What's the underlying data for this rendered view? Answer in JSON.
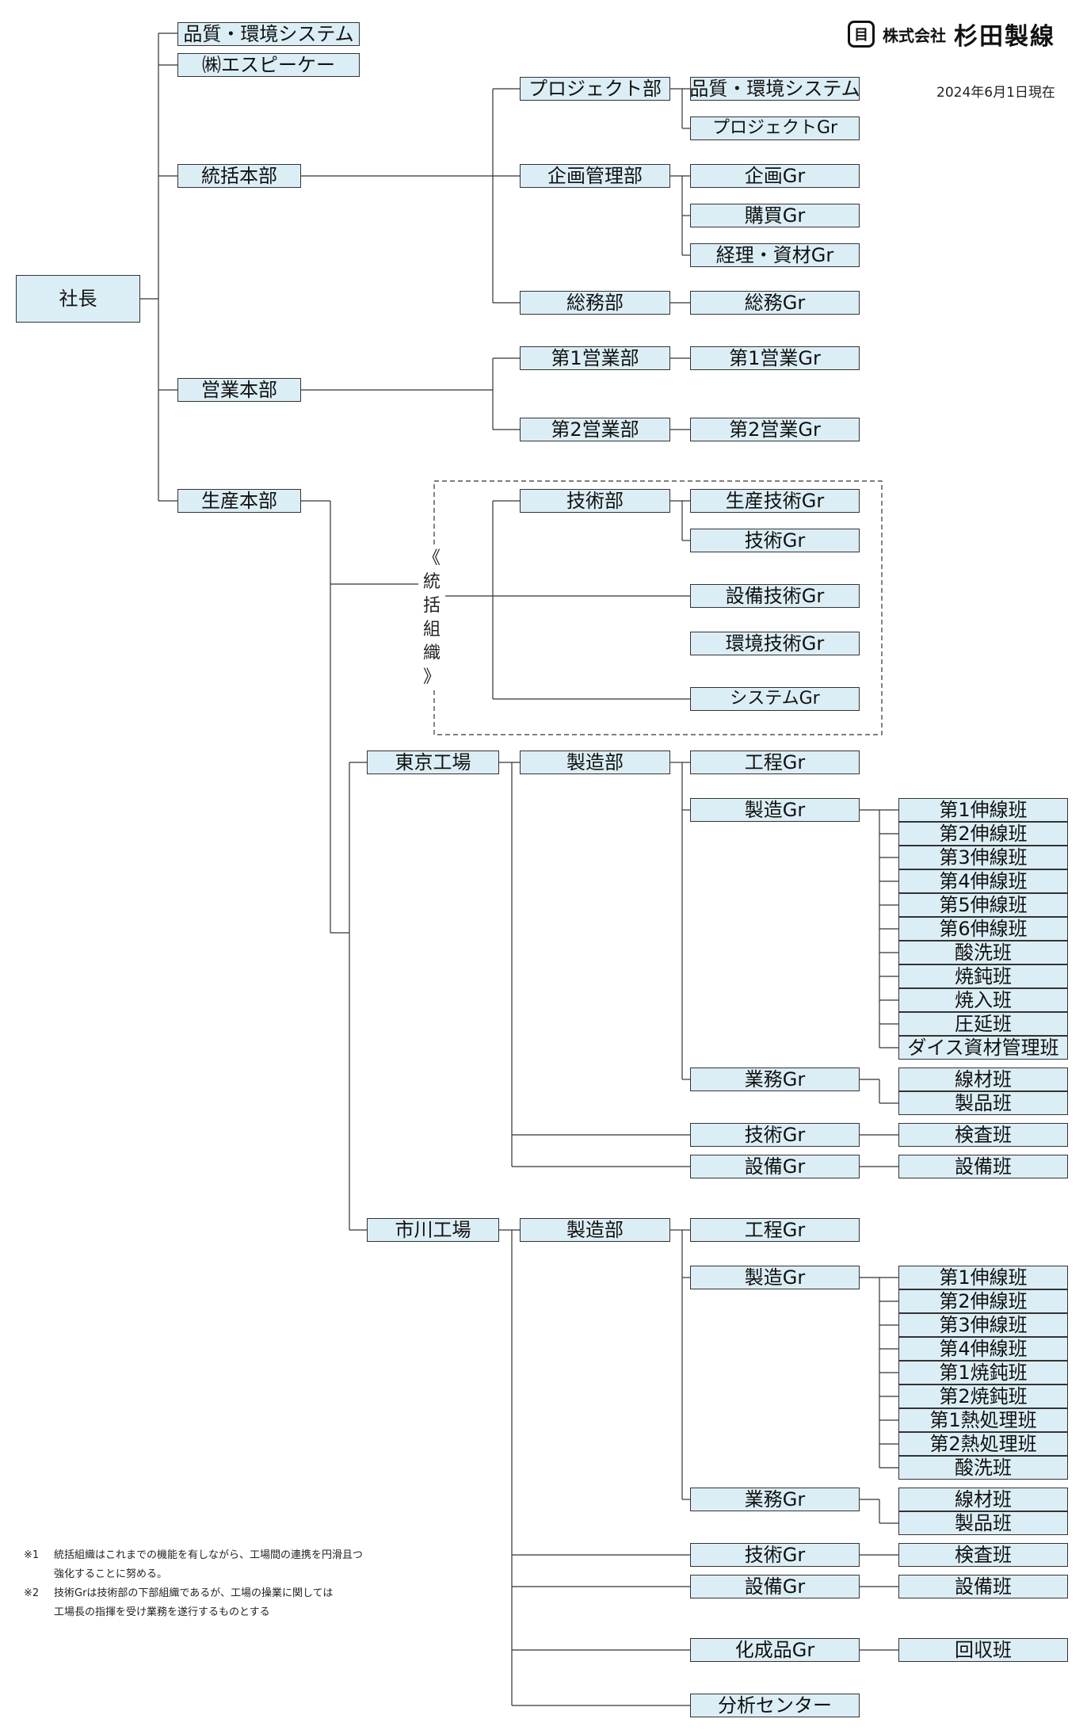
{
  "company": {
    "logo_mark": "目",
    "prefix": "株式会社",
    "name": "杉田製線"
  },
  "date": "2024年6月1日現在",
  "org": {
    "president": "社長",
    "quality_env": "品質・環境システム",
    "espk": "㈱エスピーケー",
    "hq_general": "統括本部",
    "hq_sales": "営業本部",
    "hq_production": "生産本部",
    "project_dept": "プロジェクト部",
    "project_quality_env": "品質・環境システム",
    "project_gr": "プロジェクトGr",
    "planning_dept": "企画管理部",
    "planning_gr": "企画Gr",
    "purchasing_gr": "購買Gr",
    "accounting_gr": "経理・資材Gr",
    "general_affairs_dept": "総務部",
    "general_affairs_gr": "総務Gr",
    "sales1_dept": "第1営業部",
    "sales1_gr": "第1営業Gr",
    "sales2_dept": "第2営業部",
    "sales2_gr": "第2営業Gr",
    "unified_org": [
      "《",
      "統",
      "括",
      "組",
      "織",
      "》"
    ],
    "tech_dept": "技術部",
    "prod_tech_gr": "生産技術Gr",
    "tech_gr": "技術Gr",
    "equip_tech_gr": "設備技術Gr",
    "env_tech_gr": "環境技術Gr",
    "system_gr": "システムGr",
    "tokyo": {
      "name": "東京工場",
      "mfg_dept": "製造部",
      "process_gr": "工程Gr",
      "mfg_gr": "製造Gr",
      "mfg_teams": [
        "第1伸線班",
        "第2伸線班",
        "第3伸線班",
        "第4伸線班",
        "第5伸線班",
        "第6伸線班",
        "酸洗班",
        "焼鈍班",
        "焼入班",
        "圧延班",
        "ダイス資材管理班"
      ],
      "biz_gr": "業務Gr",
      "biz_teams": [
        "線材班",
        "製品班"
      ],
      "tech_gr": "技術Gr",
      "inspection_team": "検査班",
      "equip_gr": "設備Gr",
      "equip_team": "設備班"
    },
    "ichikawa": {
      "name": "市川工場",
      "mfg_dept": "製造部",
      "process_gr": "工程Gr",
      "mfg_gr": "製造Gr",
      "mfg_teams": [
        "第1伸線班",
        "第2伸線班",
        "第3伸線班",
        "第4伸線班",
        "第1焼鈍班",
        "第2焼鈍班",
        "第1熱処理班",
        "第2熱処理班",
        "酸洗班"
      ],
      "biz_gr": "業務Gr",
      "biz_teams": [
        "線材班",
        "製品班"
      ],
      "tech_gr": "技術Gr",
      "inspection_team": "検査班",
      "equip_gr": "設備Gr",
      "equip_team": "設備班",
      "chem_gr": "化成品Gr",
      "recovery_team": "回収班",
      "analysis_center": "分析センター"
    }
  },
  "notes": [
    {
      "mark": "※1",
      "lines": [
        "統括組織はこれまでの機能を有しながら、工場間の連携を円滑且つ",
        "強化することに努める。"
      ]
    },
    {
      "mark": "※2",
      "lines": [
        "技術Grは技術部の下部組織であるが、工場の操業に関しては",
        "工場長の指揮を受け業務を遂行するものとする"
      ]
    }
  ]
}
